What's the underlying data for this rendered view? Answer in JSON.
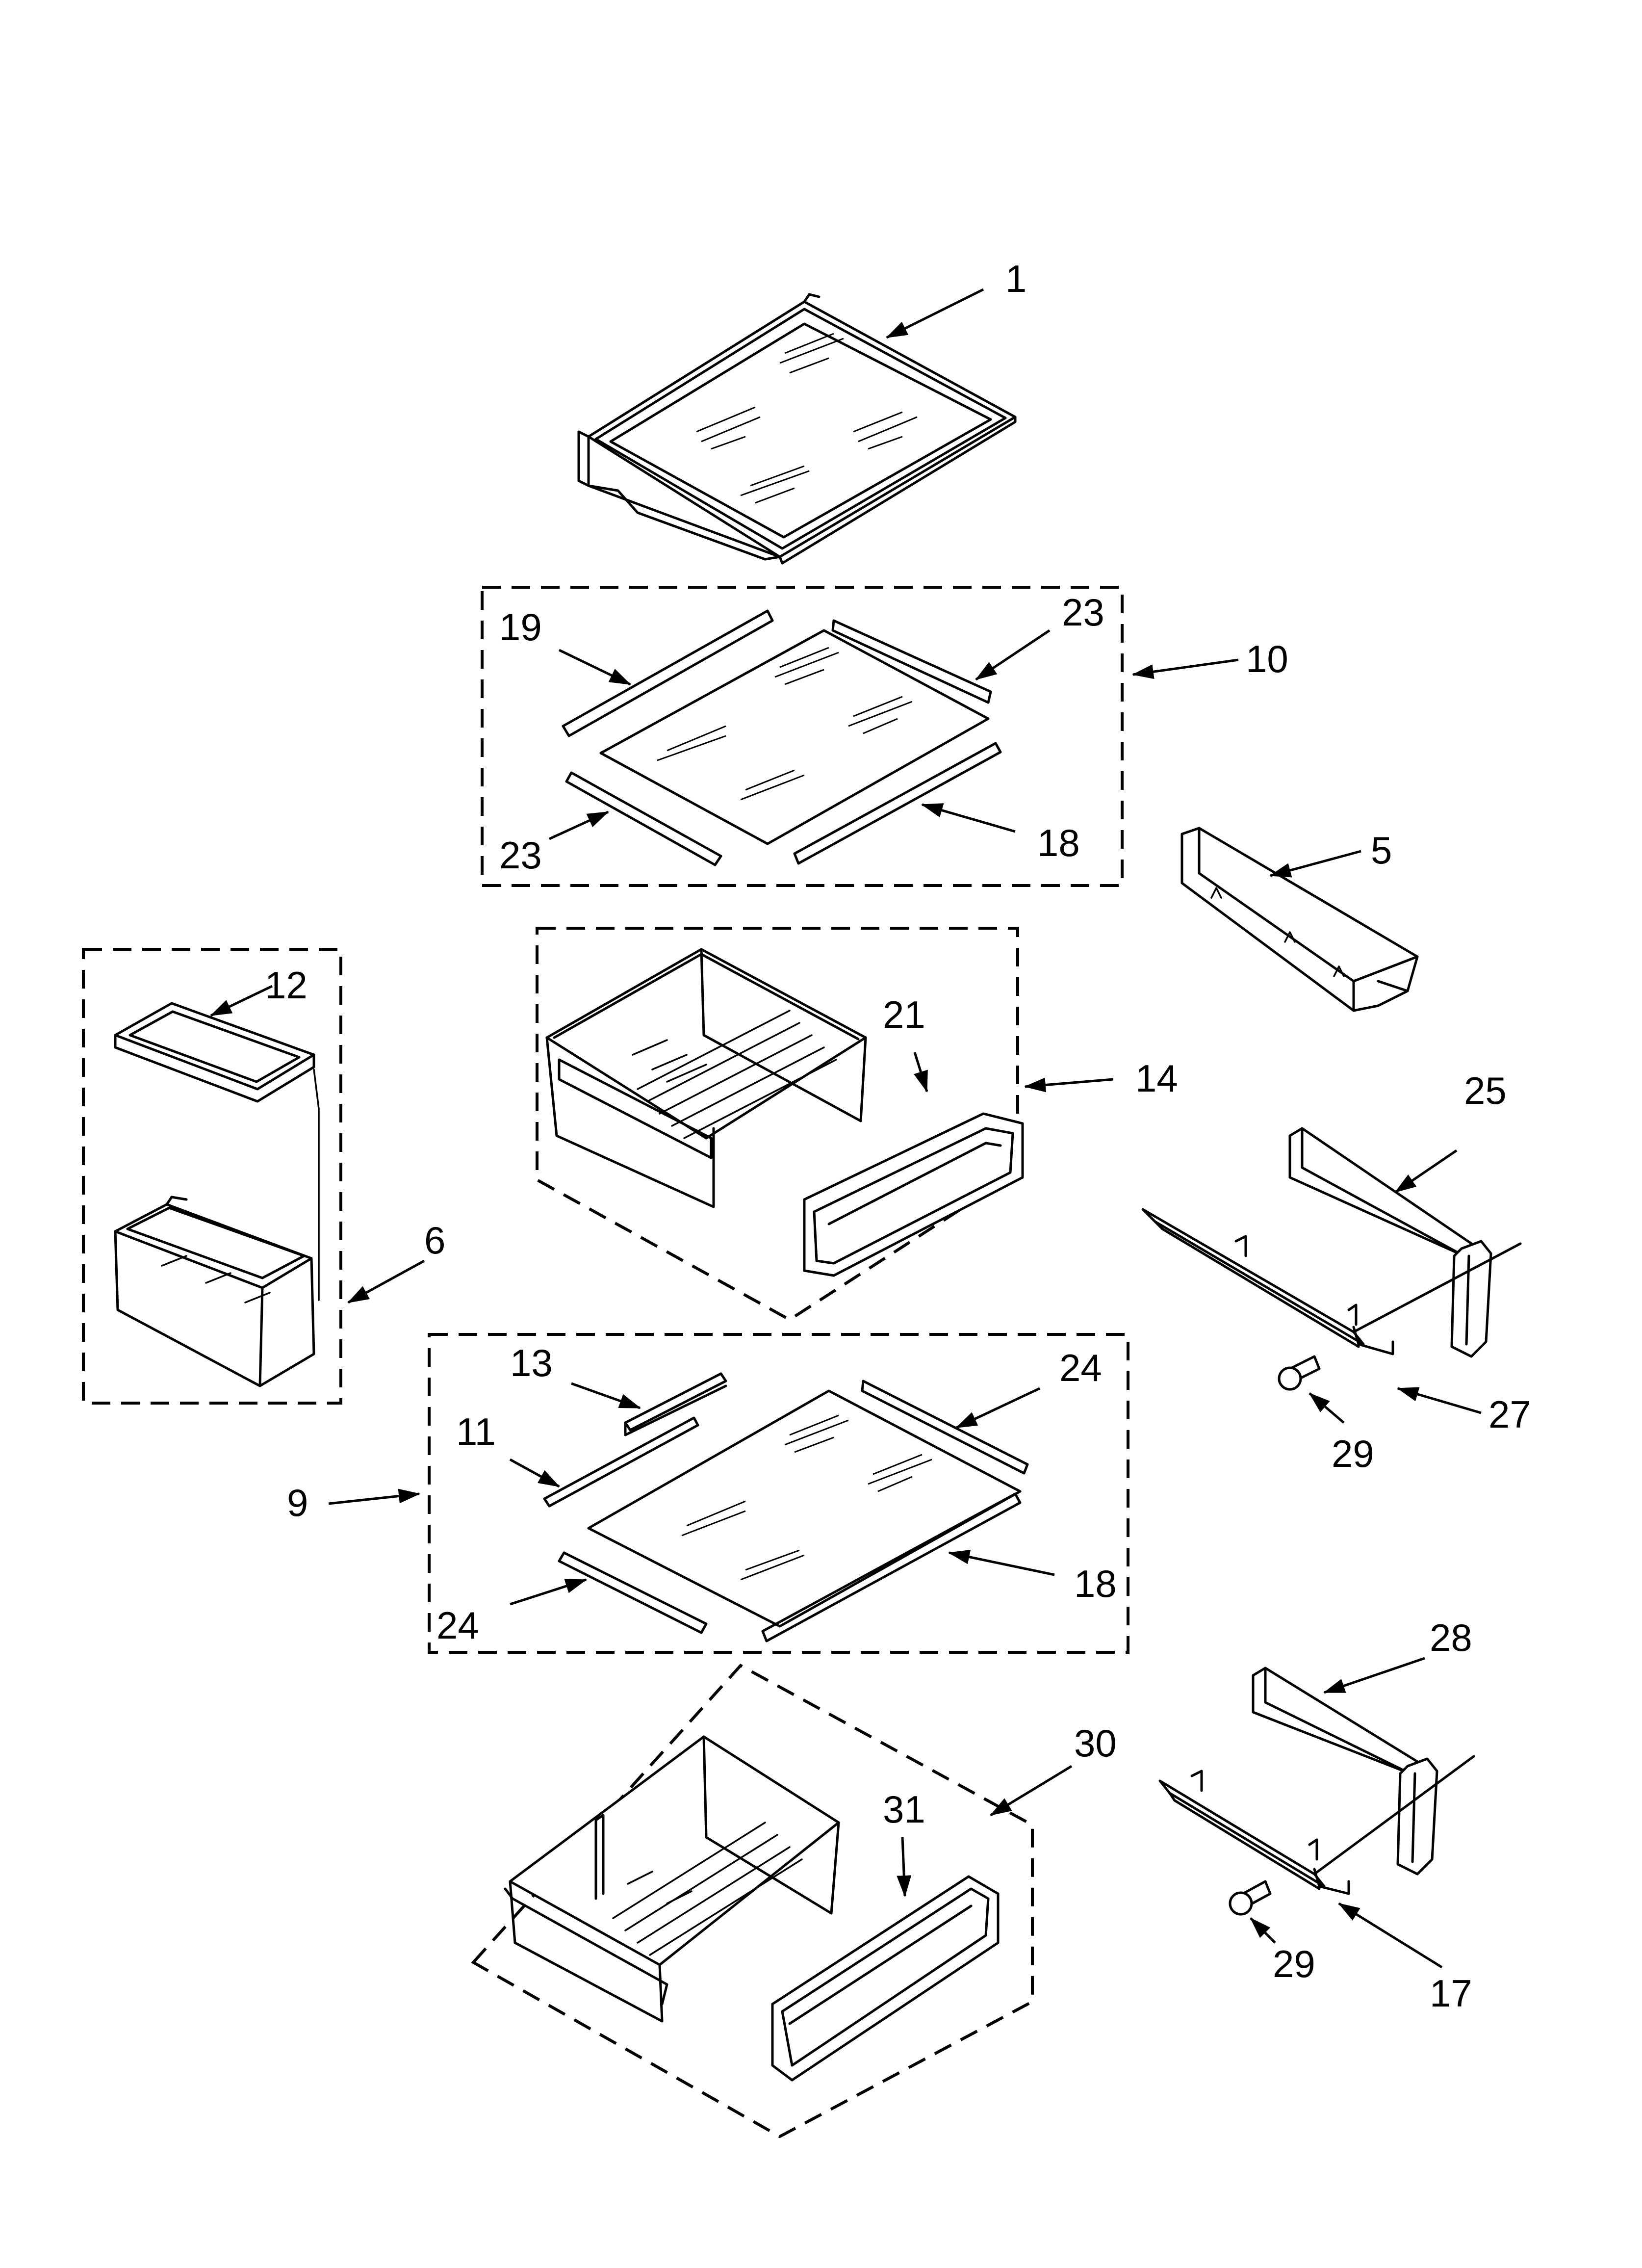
{
  "diagram": {
    "type": "exploded-parts-diagram",
    "callouts": {
      "c1": "1",
      "c5": "5",
      "c6": "6",
      "c9": "9",
      "c10": "10",
      "c11": "11",
      "c12": "12",
      "c13": "13",
      "c14": "14",
      "c17": "17",
      "c18a": "18",
      "c18b": "18",
      "c19": "19",
      "c21": "21",
      "c23a": "23",
      "c23b": "23",
      "c24a": "24",
      "c24b": "24",
      "c25": "25",
      "c27": "27",
      "c28": "28",
      "c29a": "29",
      "c29b": "29",
      "c30": "30",
      "c31": "31"
    }
  }
}
